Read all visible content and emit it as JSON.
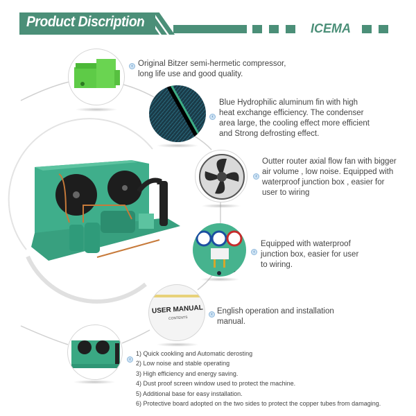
{
  "header": {
    "title": "Product Discription",
    "brand": "ICEMA",
    "accent_color": "#4b8f78"
  },
  "features": [
    {
      "image": "compressor-image",
      "text": "Original Bitzer semi-hermetic compressor, long life use and good quality."
    },
    {
      "image": "aluminum-fin-image",
      "text": "Blue Hydrophilic aluminum fin with high heat exchange efficiency. The condenser area large, the cooling effect more efficient and Strong defrosting effect."
    },
    {
      "image": "axial-fan-image",
      "text": "Outter router axial flow fan with bigger air volume , low noise. Equipped with waterproof junction box , easier for user  to wiring"
    },
    {
      "image": "pressure-gauge-image",
      "text": "Equipped with waterproof junction box, easier for user to wiring."
    },
    {
      "image": "user-manual-image",
      "text": "English operation and installation manual.",
      "manual_title": "USER MANUAL",
      "manual_subtitle": "CONTENTS"
    },
    {
      "image": "condensing-unit-small-image"
    }
  ],
  "summary_list": [
    "1)  Quick  cookling and Automatic derosting",
    "2)  Low noise and stable operating",
    "3)  High efficiency and energy saving.",
    "4)  Dust proof screen window used to protect the machine.",
    "5)  Additional base for easy installation.",
    "6)  Protective board adopted on the two sides to protect the copper tubes from damaging."
  ],
  "arrow_icon": "‹"
}
